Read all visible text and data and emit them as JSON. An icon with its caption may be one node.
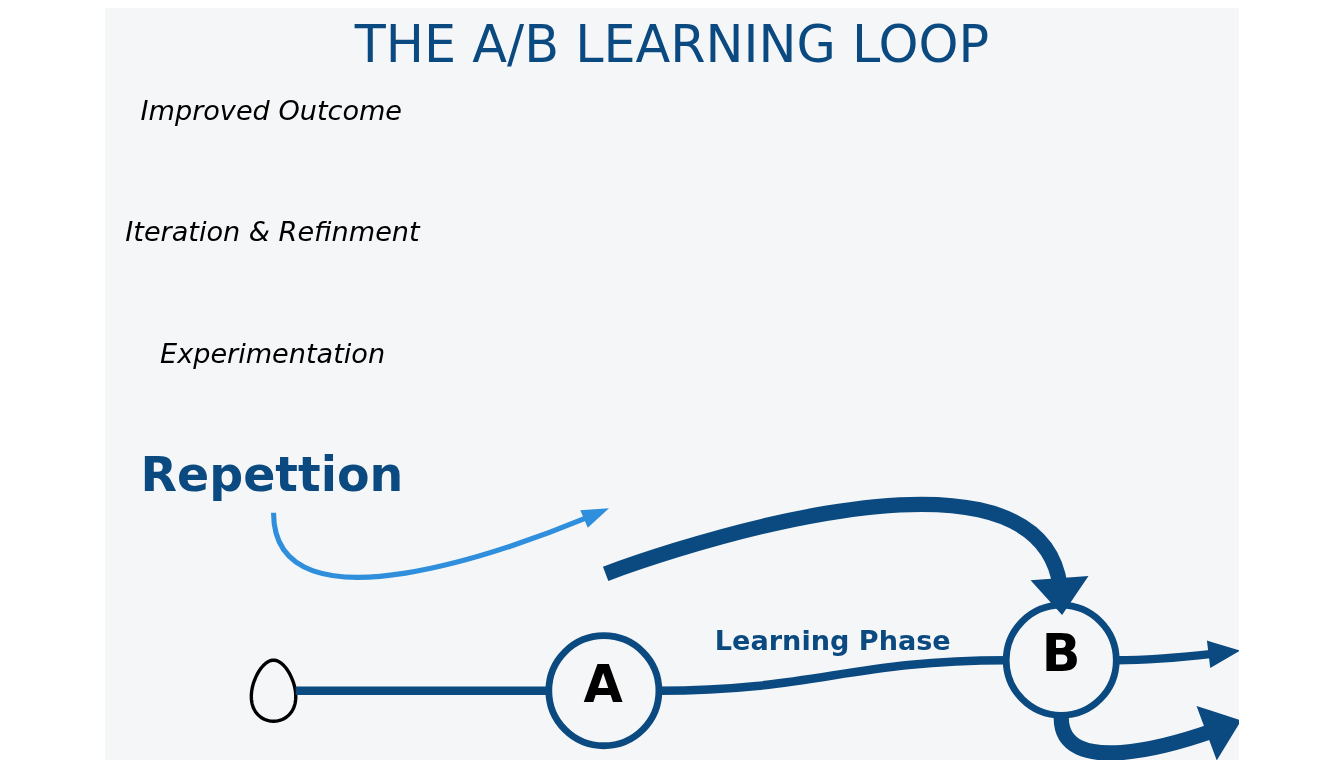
{
  "diagram": {
    "title": "THE A/B LEARNING LOOP",
    "nodes": [
      {
        "text": [],
        "shape": "lightbulb"
      },
      {
        "text": [
          "A"
        ]
      },
      {
        "text": [
          "B"
        ]
      },
      {
        "text": [
          "Repettion"
        ]
      }
    ],
    "edges": [
      {
        "from": 0,
        "to": 1,
        "arrow": "none"
      },
      {
        "from": 1,
        "to": 2,
        "arrow": "none",
        "label": "Learning Phase"
      },
      {
        "from": null,
        "to": 2,
        "arrow": "to",
        "style": "thick"
      },
      {
        "from": 2,
        "to": null,
        "arrow": "to",
        "style": "thick"
      },
      {
        "from": 3,
        "to": null,
        "arrow": "to",
        "color": "#2f8fdc"
      },
      {
        "from": 2,
        "to": null,
        "arrow": "to"
      }
    ],
    "labels": [
      "Experimentation",
      "Iteration & Refinment",
      "Improved Outcome"
    ]
  }
}
